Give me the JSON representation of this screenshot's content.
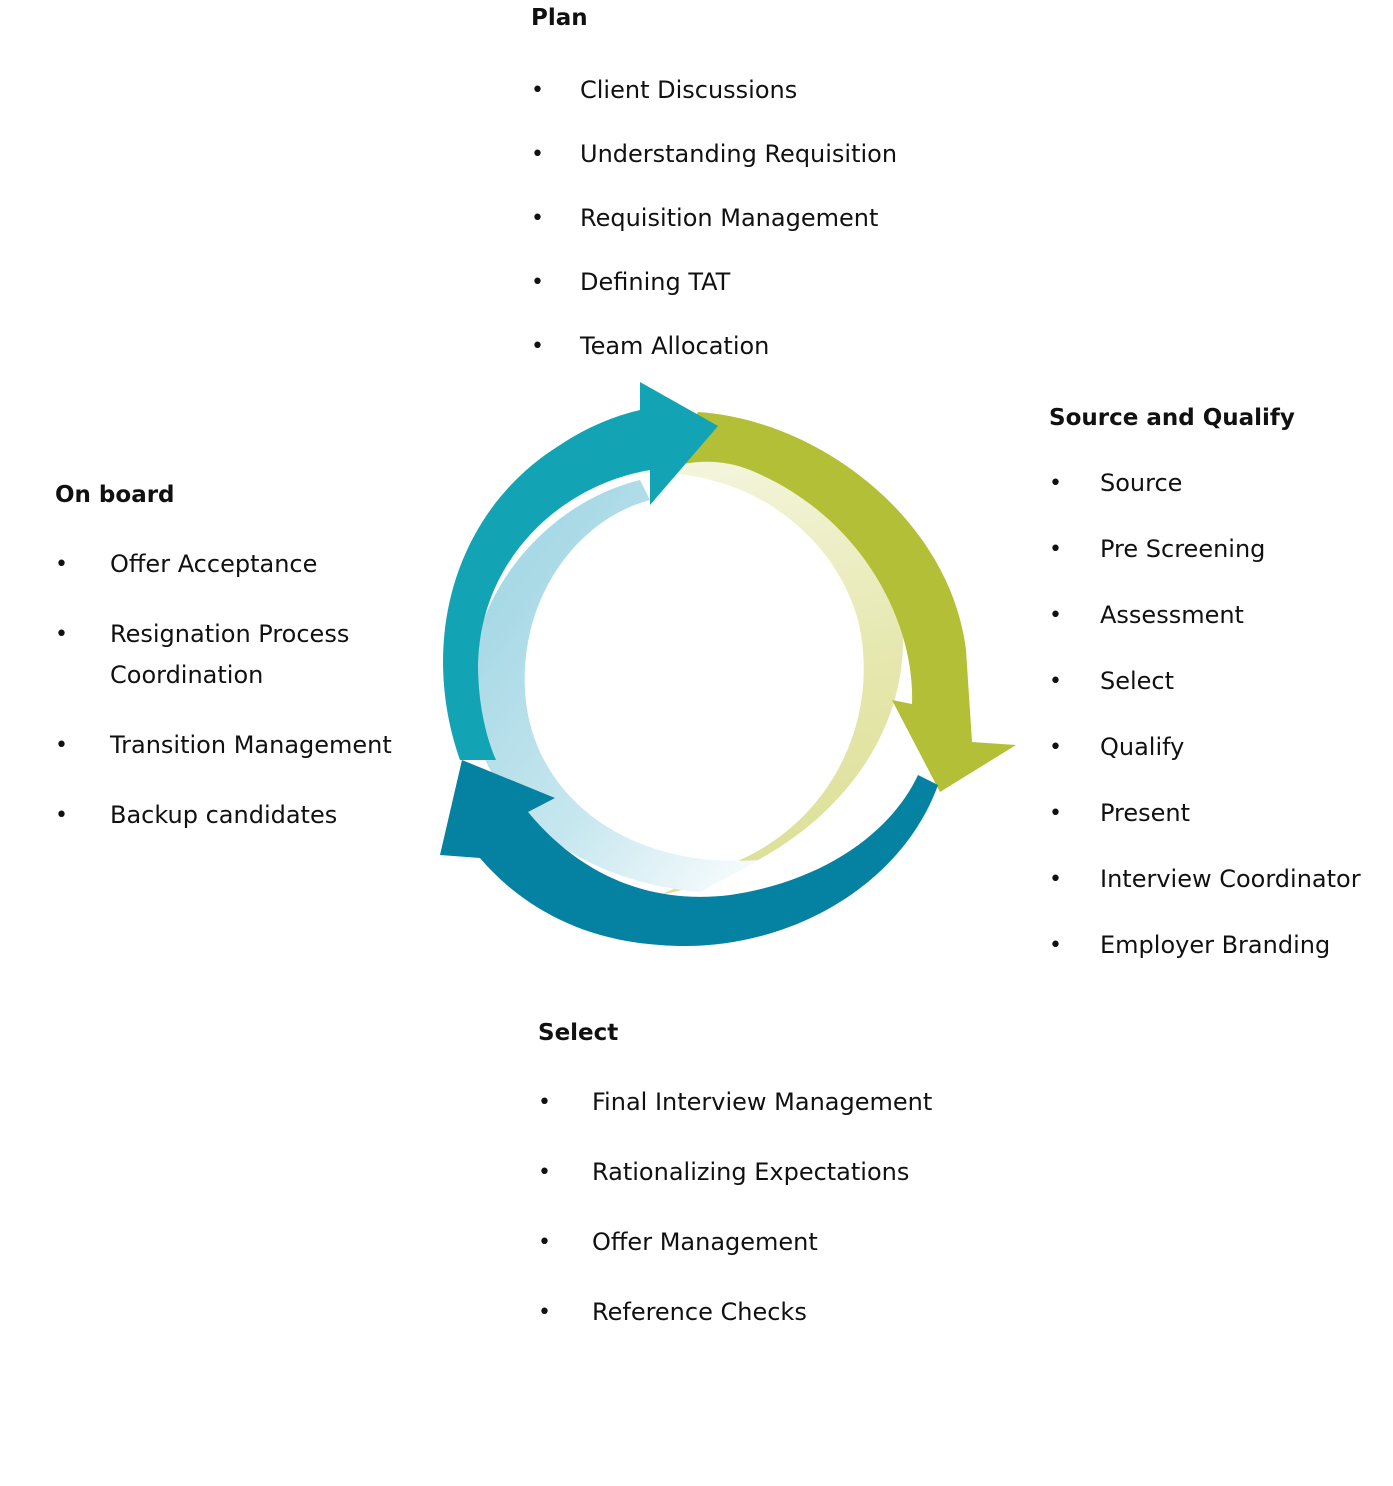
{
  "plan": {
    "title": "Plan",
    "items": [
      "Client Discussions",
      "Understanding Requisition",
      "Requisition Management",
      "Defining TAT",
      "Team Allocation"
    ]
  },
  "source_and_qualify": {
    "title": "Source and Qualify",
    "items": [
      "Source",
      "Pre Screening",
      "Assessment",
      "Select",
      "Qualify",
      "Present",
      "Interview Coordinator",
      "Employer Branding"
    ]
  },
  "on_board": {
    "title": "On board",
    "items": [
      "Offer Acceptance",
      "Resignation Process Coordination",
      "Transition Management",
      "Backup candidates"
    ]
  },
  "select": {
    "title": "Select",
    "items": [
      "Final Interview Management",
      "Rationalizing Expectations",
      "Offer Management",
      "Reference Checks"
    ]
  },
  "bullet_glyph": "•",
  "colors": {
    "teal": "#10a2b5",
    "green": "#b0be35",
    "dark_teal": "#0680a3",
    "light_green": "#e9ebb6",
    "light_blue": "#a6d9e5"
  }
}
